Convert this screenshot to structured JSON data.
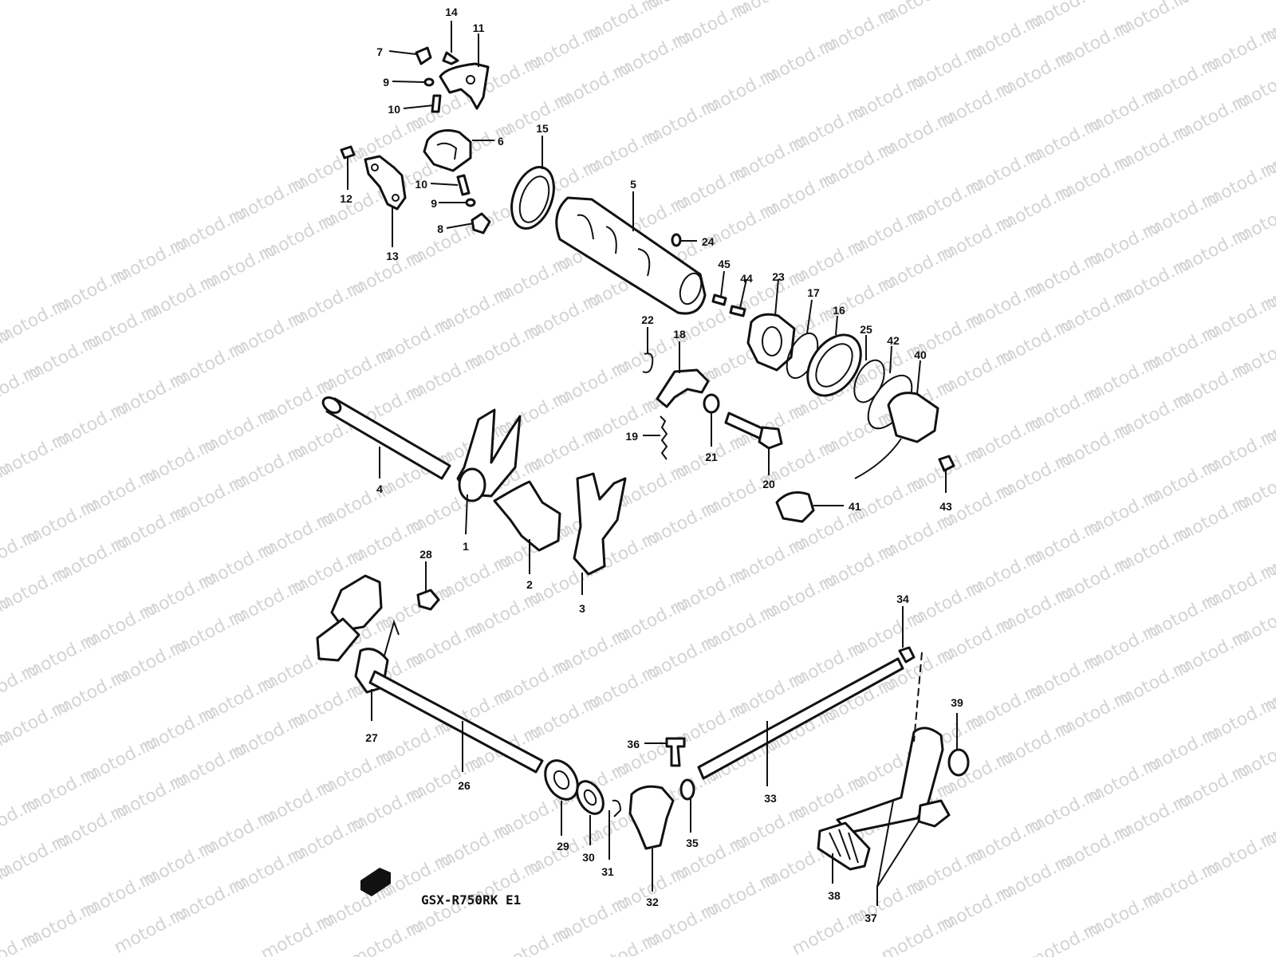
{
  "watermark": "motod.ru",
  "model_label": "GSX-R750RK E1",
  "parts": [
    {
      "n": "1"
    },
    {
      "n": "2"
    },
    {
      "n": "3"
    },
    {
      "n": "4"
    },
    {
      "n": "5"
    },
    {
      "n": "6"
    },
    {
      "n": "7"
    },
    {
      "n": "8"
    },
    {
      "n": "9"
    },
    {
      "n": "9"
    },
    {
      "n": "10"
    },
    {
      "n": "10"
    },
    {
      "n": "11"
    },
    {
      "n": "12"
    },
    {
      "n": "13"
    },
    {
      "n": "14"
    },
    {
      "n": "15"
    },
    {
      "n": "16"
    },
    {
      "n": "17"
    },
    {
      "n": "18"
    },
    {
      "n": "19"
    },
    {
      "n": "20"
    },
    {
      "n": "21"
    },
    {
      "n": "22"
    },
    {
      "n": "23"
    },
    {
      "n": "24"
    },
    {
      "n": "25"
    },
    {
      "n": "26"
    },
    {
      "n": "27"
    },
    {
      "n": "28"
    },
    {
      "n": "29"
    },
    {
      "n": "30"
    },
    {
      "n": "31"
    },
    {
      "n": "32"
    },
    {
      "n": "33"
    },
    {
      "n": "34"
    },
    {
      "n": "35"
    },
    {
      "n": "36"
    },
    {
      "n": "37"
    },
    {
      "n": "38"
    },
    {
      "n": "39"
    },
    {
      "n": "40"
    },
    {
      "n": "41"
    },
    {
      "n": "42"
    },
    {
      "n": "43"
    },
    {
      "n": "44"
    },
    {
      "n": "45"
    }
  ]
}
